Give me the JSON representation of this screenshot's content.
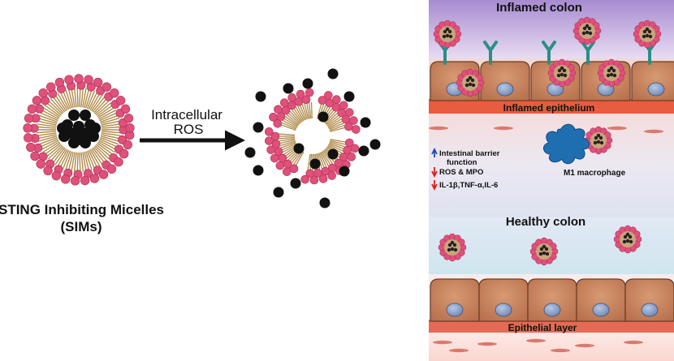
{
  "left_panel": {
    "sim_label_line1": "STING Inhibiting Micelles",
    "sim_label_line2": "(SIMs)",
    "arrow_label_line1": "Intracellular",
    "arrow_label_line2": "ROS"
  },
  "right_panel": {
    "inflamed_colon_title": "Inflamed colon",
    "inflamed_epithelium_label": "Inflamed epithelium",
    "macrophage_label": "M1 macrophage",
    "effects": [
      {
        "arrow": "up",
        "text": "Intestinal barrier",
        "text2": "function"
      },
      {
        "arrow": "down",
        "text": "ROS & MPO"
      },
      {
        "arrow": "down",
        "text": "IL-1β,TNF-α,IL-6"
      }
    ],
    "healthy_colon_title": "Healthy colon",
    "epithelial_layer_label": "Epithelial layer"
  },
  "colors": {
    "micelle_pink": "#e0507a",
    "tail_brown": "#b08a4a",
    "drug_black": "#111111",
    "inflamed_purple": "#b79ad6",
    "cell_tan": "#c98a63",
    "nucleus_blue": "#8aa3c9",
    "epithelium_red": "#e24a2a",
    "receptor_teal": "#2a8f86",
    "macrophage_blue": "#1f6fb0"
  }
}
